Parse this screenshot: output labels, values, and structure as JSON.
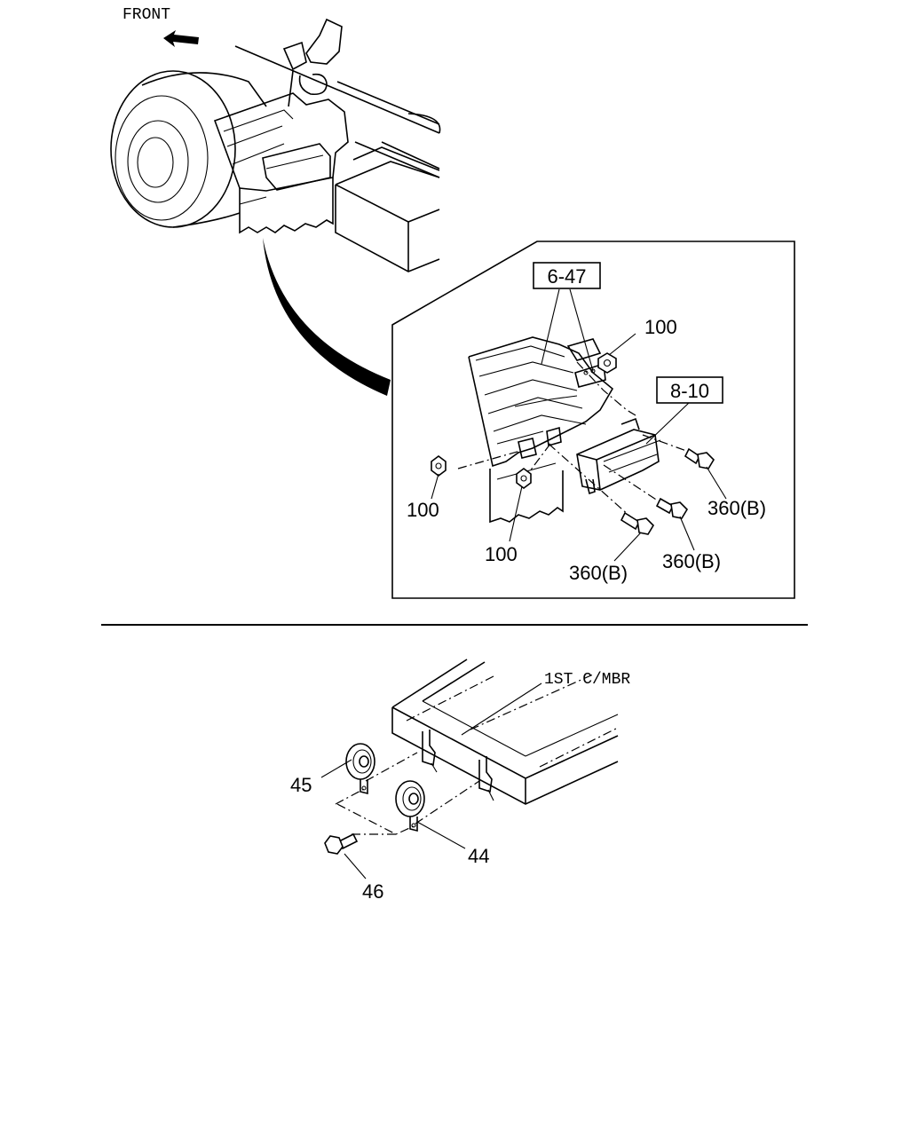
{
  "top_view": {
    "front_label": "FRONT",
    "detail_callouts": {
      "assembly_ref_1": "6-47",
      "assembly_ref_2": "8-10",
      "nut_upper_right": "100",
      "nut_left": "100",
      "nut_lower": "100",
      "bolt_right": "360(B)",
      "bolt_middle": "360(B)",
      "bolt_lower": "360(B)"
    }
  },
  "bottom_view": {
    "crossmember_label": "1ST C/MBR",
    "part_45": "45",
    "part_44": "44",
    "part_46": "46"
  }
}
